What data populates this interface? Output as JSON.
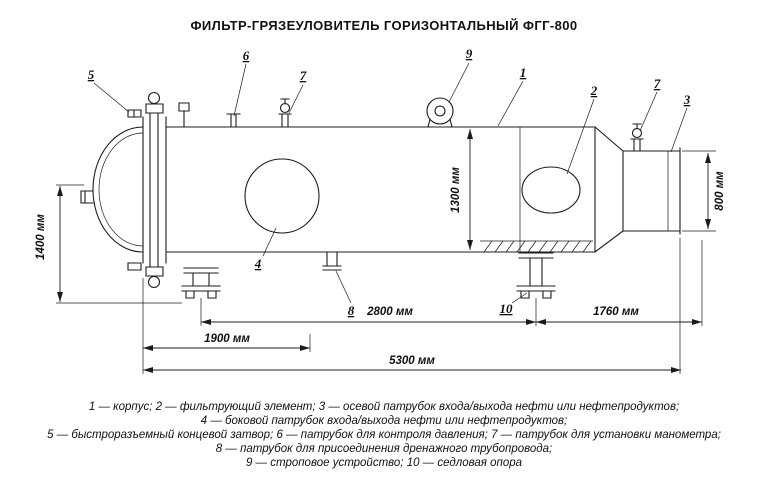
{
  "title": "ФИЛЬТР-ГРЯЗЕУЛОВИТЕЛЬ ГОРИЗОНТАЛЬНЫЙ ФГГ-800",
  "drawing": {
    "colors": {
      "line": "#1c1c1c",
      "background": "#ffffff"
    },
    "callouts": {
      "korpus": "1",
      "filter": "2",
      "axial": "3",
      "side": "4",
      "closure": "5",
      "pressure": "6",
      "manometer_a": "7",
      "manometer_b": "7",
      "drain": "8",
      "sling": "9",
      "saddle": "10"
    },
    "dimensions": {
      "height": "1400 мм",
      "shell_diameter": "1300 мм",
      "nozzle_diameter": "800 мм",
      "support_span": "2800 мм",
      "right_span": "1760 мм",
      "left_span": "1900 мм",
      "total_length": "5300 мм"
    }
  },
  "legend": {
    "lines": [
      "1 — корпус; 2 — фильтрующий элемент; 3 — осевой патрубок входа/выхода нефти или нефтепродуктов;",
      "4 — боковой патрубок входа/выхода нефти или нефтепродуктов;",
      "5 — быстроразъемный концевой затвор; 6 — патрубок для контроля давления; 7 — патрубок для установки манометра;",
      "8 — патрубок для присоединения дренажного трубопровода;",
      "9 — строповое устройство; 10 — седловая опора"
    ]
  }
}
